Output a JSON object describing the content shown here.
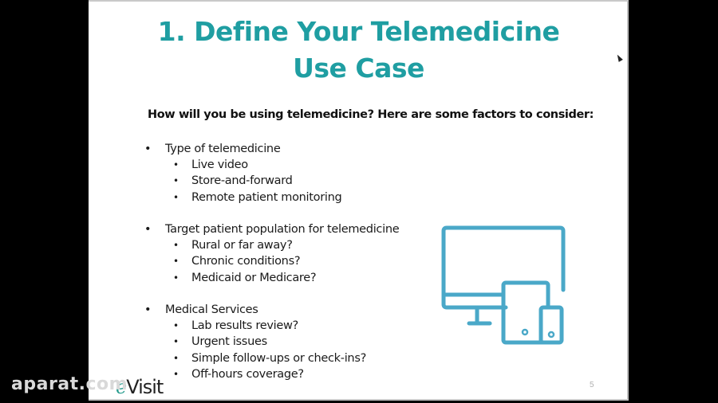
{
  "slide": {
    "title_line1": "1. Define Your Telemedicine",
    "title_line2": "Use Case",
    "lead": "How will you be using telemedicine?  Here are some factors to consider:",
    "groups": [
      {
        "heading": "Type of telemedicine",
        "items": [
          "Live video",
          "Store-and-forward",
          "Remote patient monitoring"
        ]
      },
      {
        "heading": "Target patient population for telemedicine",
        "items": [
          "Rural or far away?",
          "Chronic conditions?",
          "Medicaid or Medicare?"
        ]
      },
      {
        "heading": "Medical Services",
        "items": [
          "Lab results review?",
          "Urgent issues",
          "Simple follow-ups or check-ins?",
          "Off-hours coverage?"
        ]
      }
    ],
    "illustration_icon": "devices-icon",
    "brand_e": "e",
    "brand_rest": "Visit",
    "page_number": "5",
    "accent_color": "#1f9ea2",
    "icon_color": "#4aa8c8"
  },
  "overlay": {
    "watermark": "aparat.com"
  }
}
